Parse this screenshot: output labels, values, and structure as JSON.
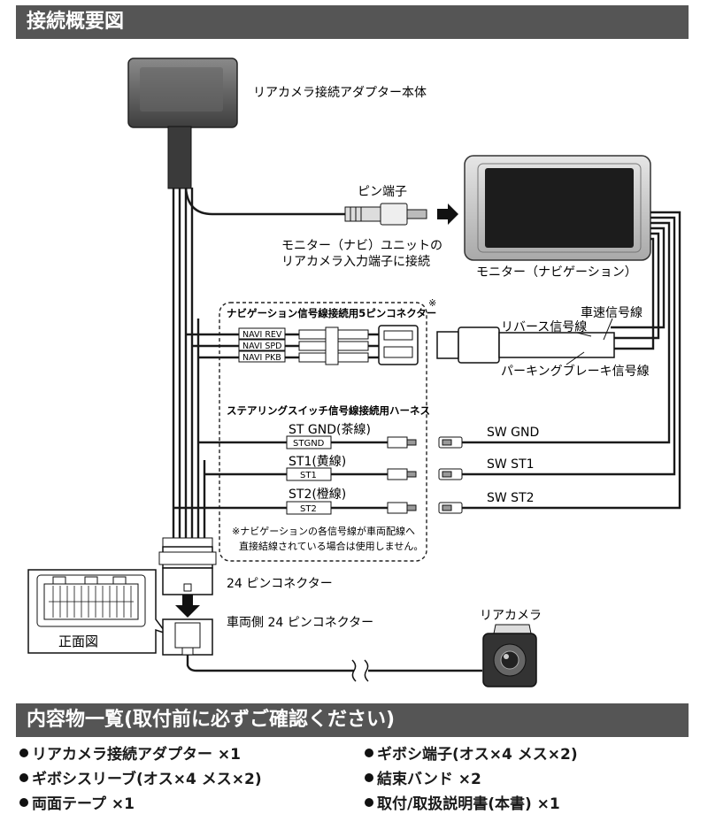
{
  "header": {
    "title": "接続概要図"
  },
  "diagram": {
    "adapter_label": "リアカメラ接続アダプター本体",
    "pin_terminal": "ピン端子",
    "monitor_input_line1": "モニター（ナビ）ユニットの",
    "monitor_input_line2": "リアカメラ入力端子に接続",
    "monitor_label": "モニター（ナビゲーション）",
    "nav_connector_title": "ナビゲーション信号線接続用5ピンコネクター",
    "note_mark": "※",
    "navi_rev": "NAVI REV",
    "navi_spd": "NAVI SPD",
    "navi_pkb": "NAVI PKB",
    "speed_signal": "車速信号線",
    "reverse_signal": "リバース信号線",
    "parking_signal": "パーキングブレーキ信号線",
    "steering_title": "ステアリングスイッチ信号線接続用ハーネス",
    "st_gnd_label": "ST GND(茶線)",
    "st_gnd_tag": "STGND",
    "st1_label": "ST1(黄線)",
    "st1_tag": "ST1",
    "st2_label": "ST2(橙線)",
    "st2_tag": "ST2",
    "sw_gnd": "SW GND",
    "sw_st1": "SW ST1",
    "sw_st2": "SW ST2",
    "note_line1": "※ナビゲーションの各信号線が車両配線へ",
    "note_line2": "直接結線されている場合は使用しません。",
    "connector_24": "24 ピンコネクター",
    "front_view": "正面図",
    "vehicle_connector": "車両側 24 ピンコネクター",
    "rear_camera": "リアカメラ"
  },
  "contents": {
    "title": "内容物一覧(取付前に必ずご確認ください)",
    "items": [
      "リアカメラ接続アダプター ×1",
      "ギボシスリーブ(オス×4 メス×2)",
      "両面テープ ×1",
      "ギボシ端子(オス×4 メス×2)",
      "結束バンド ×2",
      "取付/取扱説明書(本書) ×1"
    ]
  }
}
